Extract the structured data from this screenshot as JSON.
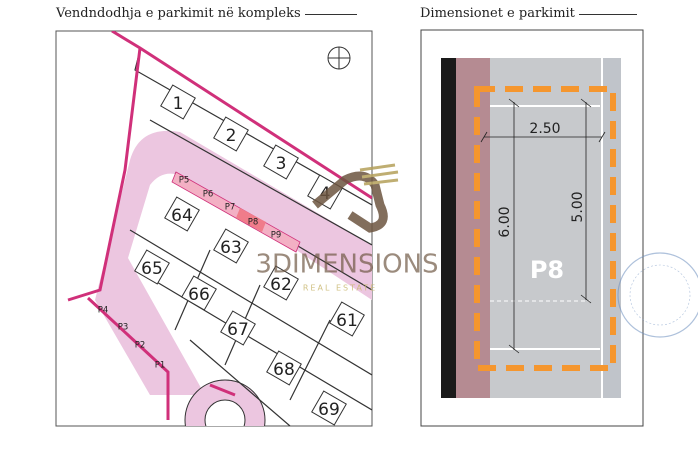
{
  "left_panel": {
    "title": "Vendndodhja e parkimit në kompleks",
    "lots": [
      "1",
      "2",
      "3",
      "4",
      "64",
      "63",
      "65",
      "66",
      "62",
      "67",
      "61",
      "68",
      "69"
    ],
    "parking": [
      "P5",
      "P6",
      "P7",
      "P8",
      "P9",
      "P4",
      "P3",
      "P2",
      "P1"
    ],
    "highlighted_parking": "P8",
    "north_icon": "north-arrow-icon"
  },
  "right_panel": {
    "title": "Dimensionet e parkimit",
    "width_dim": "2.50",
    "length_dim": "6.00",
    "stall_dim": "5.00",
    "space_label": "P8"
  },
  "watermark": {
    "brand": "3DIMENSIONS",
    "tagline": "REAL ESTATE"
  },
  "colors": {
    "boundary": "#d0307a",
    "road": "#ecc6e0",
    "highlight": "#f07c8a",
    "orange": "#f5962e",
    "asphalt": "#c7c9cc",
    "brick": "#b58b92",
    "watermark": "#6d5540"
  }
}
